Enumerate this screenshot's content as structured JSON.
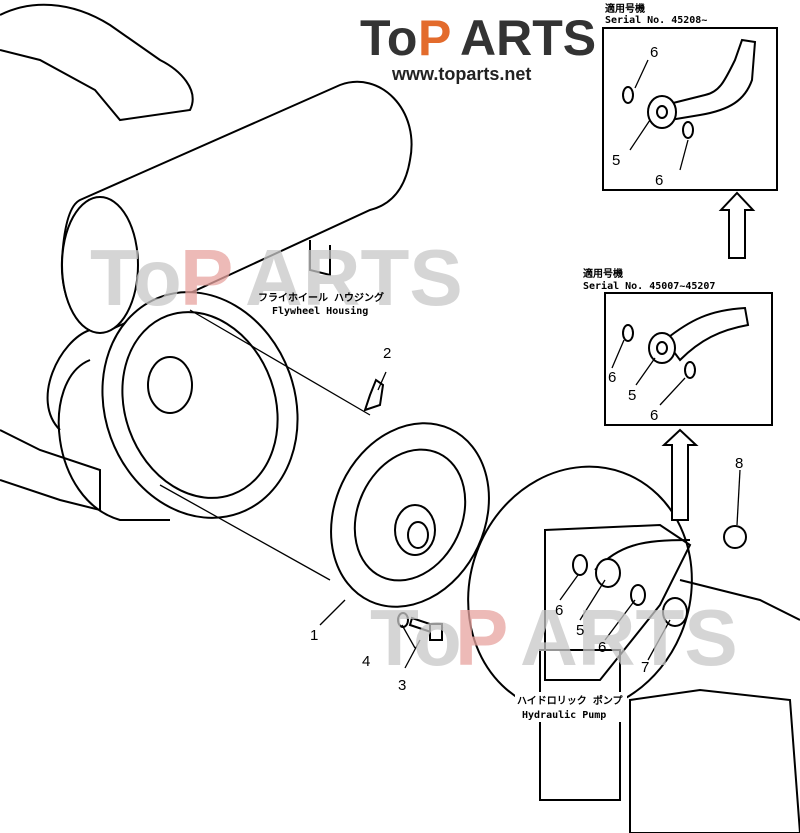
{
  "logo": {
    "text_left": "To",
    "text_p": "P",
    "text_right": "ARTS",
    "url": "www.toparts.net",
    "accent": "#e36b2c"
  },
  "watermark": {
    "text_left": "To",
    "text_p": "P",
    "text_right": "ARTS"
  },
  "inset_top": {
    "label_jp": "適用号機",
    "label_en": "Serial No. 45208~",
    "callouts": [
      "6",
      "5",
      "6"
    ]
  },
  "inset_mid": {
    "label_jp": "適用号機",
    "label_en": "Serial No. 45007~45207",
    "callouts": [
      "6",
      "5",
      "6"
    ]
  },
  "flywheel_housing": {
    "label_jp": "フライホイール ハウジング",
    "label_en": "Flywheel Housing"
  },
  "hydraulic_pump": {
    "label_jp": "ハイドロリック ポンプ",
    "label_en": "Hydraulic Pump"
  },
  "callouts": {
    "c1": "1",
    "c2": "2",
    "c3": "3",
    "c4": "4",
    "c5": "5",
    "c6a": "6",
    "c6b": "6",
    "c7": "7",
    "c8": "8"
  }
}
